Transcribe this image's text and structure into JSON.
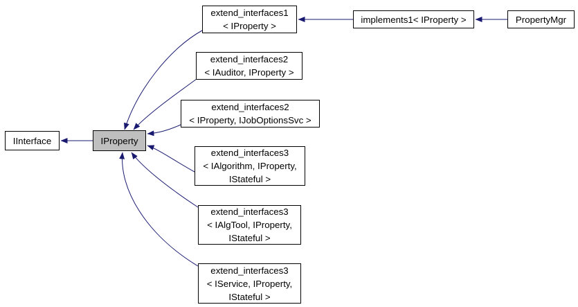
{
  "diagram": {
    "kind": "inheritance-graph",
    "colors": {
      "edge": "#191970",
      "node_border": "#000000",
      "node_fill": "#ffffff",
      "current_node_fill": "#bfbfbf",
      "background": "#ffffff",
      "text": "#000000"
    },
    "nodes": {
      "iinterface": {
        "label": "IInterface"
      },
      "iproperty": {
        "label": "IProperty",
        "current": true
      },
      "extend_interfaces1": {
        "label": "extend_interfaces1\n< IProperty >"
      },
      "implements1": {
        "label": "implements1< IProperty >"
      },
      "propertymgr": {
        "label": "PropertyMgr"
      },
      "extend_interfaces2_iauditor": {
        "label": "extend_interfaces2\n< IAuditor, IProperty >"
      },
      "extend_interfaces2_ijoboptionssvc": {
        "label": "extend_interfaces2\n< IProperty, IJobOptionsSvc >"
      },
      "extend_interfaces3_ialgorithm": {
        "label": "extend_interfaces3\n< IAlgorithm, IProperty,\nIStateful >"
      },
      "extend_interfaces3_ialgtool": {
        "label": "extend_interfaces3\n< IAlgTool, IProperty,\nIStateful >"
      },
      "extend_interfaces3_iservice": {
        "label": "extend_interfaces3\n< IService, IProperty,\nIStateful >"
      }
    }
  }
}
